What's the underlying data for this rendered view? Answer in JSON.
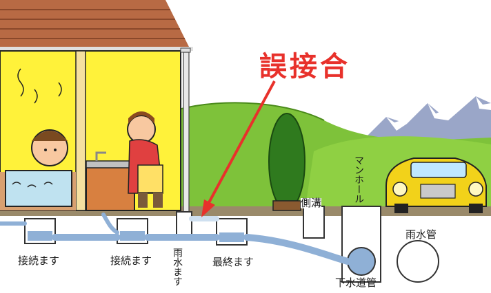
{
  "title": "誤接合",
  "labels": {
    "connection_basin_1": "接続ます",
    "connection_basin_2": "接続ます",
    "rain_basin": "雨水ます",
    "final_basin": "最終ます",
    "side_ditch": "側溝",
    "manhole": "マンホール",
    "storm_pipe": "雨水管",
    "sewer_pipe": "下水道管"
  },
  "colors": {
    "title": "#e8312b",
    "arrow": "#e8312b",
    "wall": "#fff23a",
    "roof": "#a8603a",
    "hill": "#7ec23a",
    "pipe": "#8fb0d6",
    "car": "#f2d21a"
  }
}
